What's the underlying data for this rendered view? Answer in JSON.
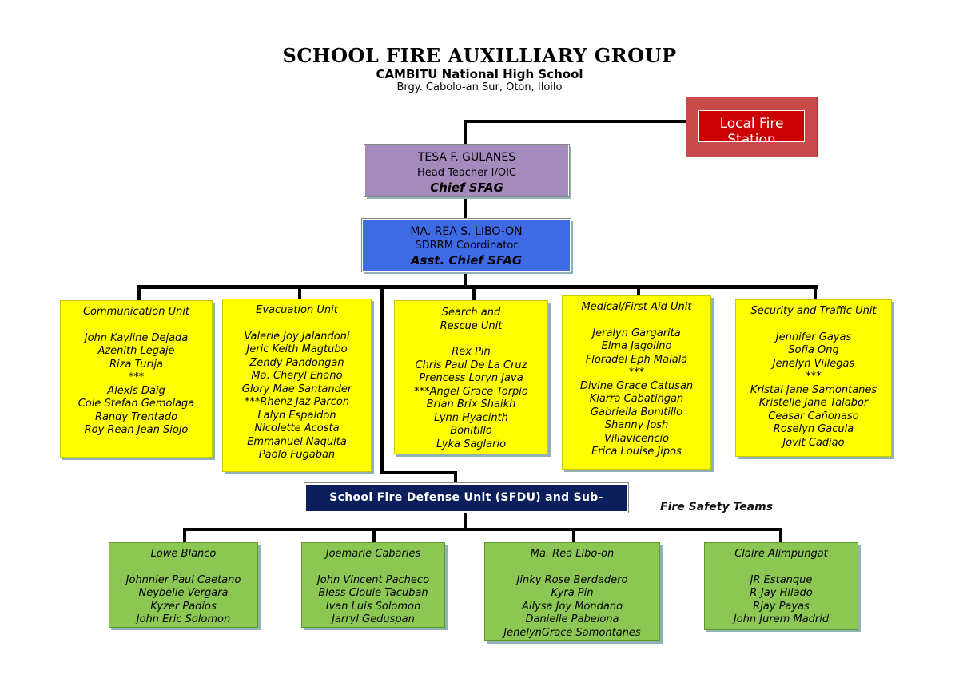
{
  "header": {
    "title": "SCHOOL FIRE AUXILLIARY GROUP",
    "school": "CAMBITU National High School",
    "address": "Brgy. Cabolo-an Sur, Oton, Iloilo"
  },
  "local_fire_station": "Local Fire Station",
  "chief": {
    "name": "TESA F. GULANES",
    "role": "Head Teacher I/OIC",
    "title": "Chief SFAG"
  },
  "asst_chief": {
    "name": "MA. REA S. LIBO-ON",
    "role": "SDRRM Coordinator",
    "title": "Asst. Chief SFAG"
  },
  "units": [
    {
      "name": "Communication Unit",
      "members": [
        "John Kayline Dejada",
        "Azenith Legaje",
        "Riza  Turija",
        "***",
        "Alexis Daig",
        "Cole Stefan Gemolaga",
        "Randy Trentado",
        "Roy Rean Jean Siojo"
      ]
    },
    {
      "name": "Evacuation Unit",
      "members": [
        "Valerie Joy Jalandoni",
        "Jeric Keith Magtubo",
        "Zendy Pandongan",
        "Ma. Cheryl Enano",
        "Glory Mae  Santander",
        "***Rhenz Jaz Parcon",
        "Lalyn Espaldon",
        "Nicolette Acosta",
        "Emmanuel Naquita",
        "Paolo Fugaban"
      ]
    },
    {
      "name": "Search and Rescue Unit",
      "members": [
        "Rex Pin",
        "Chris Paul De La Cruz",
        "Prencess Loryn Java",
        "***Angel Grace Torpio",
        "Brian Brix Shaikh",
        "Lynn Hyacinth",
        "Bonitillo",
        "Lyka Saglario"
      ]
    },
    {
      "name": "Medical/First Aid Unit",
      "members": [
        "Jeralyn Gargarita",
        "Elma Jagolino",
        "Floradel Eph Malala",
        "***",
        "Divine Grace Catusan",
        "Kiarra Cabatingan",
        "Gabriella Bonitillo",
        "Shanny Josh",
        "Villavicencio",
        "Erica Louise Jipos"
      ]
    },
    {
      "name": "Security and Traffic Unit",
      "members": [
        "Jennifer Gayas",
        "Sofia Ong",
        "Jenelyn Villegas",
        "***",
        "Kristal Jane Samontanes",
        "Kristelle Jane Talabor",
        "Ceasar Cañonaso",
        "Roselyn Gacula",
        "Jovit Cadiao"
      ]
    }
  ],
  "sfdu": {
    "label": "School Fire Defense Unit (SFDU) and Sub-",
    "continuation": "Fire Safety Teams"
  },
  "teams": [
    {
      "leader": "Lowe Blanco",
      "members": [
        "Johnnier Paul Caetano",
        "Neybelle Vergara",
        "Kyzer Padios",
        "John Eric Solomon"
      ]
    },
    {
      "leader": "Joemarie Cabarles",
      "members": [
        "John Vincent Pacheco",
        "Bless Clouie Tacuban",
        "Ivan Luis Solomon",
        "Jarryl Geduspan"
      ]
    },
    {
      "leader": "Ma. Rea Libo-on",
      "members": [
        "Jinky Rose Berdadero",
        "Kyra Pin",
        "Allysa Joy Mondano",
        "Danielle Pabelona",
        "JenelynGrace Samontanes"
      ]
    },
    {
      "leader": "Claire Alimpungat",
      "members": [
        "JR Estanque",
        "R-Jay Hilado",
        "Rjay Payas",
        "John Jurem Madrid"
      ]
    }
  ]
}
